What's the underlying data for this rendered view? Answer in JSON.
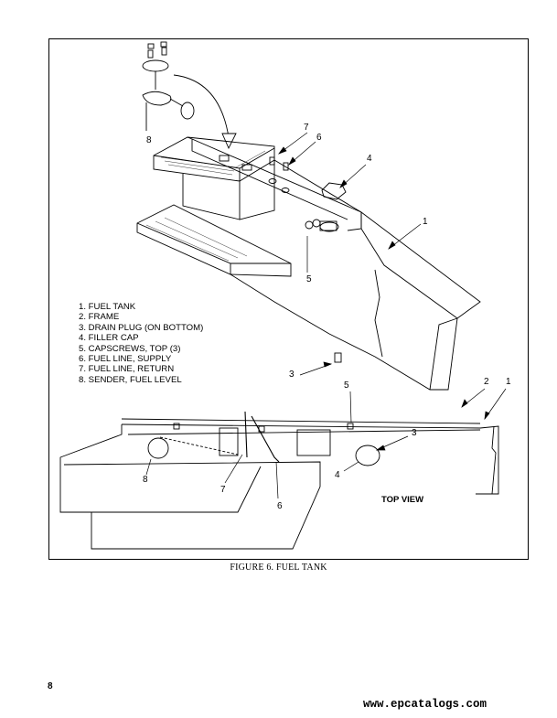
{
  "legend": {
    "items": [
      "1.  FUEL TANK",
      "2.  FRAME",
      "3.  DRAIN PLUG (ON BOTTOM)",
      "4.  FILLER CAP",
      "5.  CAPSCREWS, TOP (3)",
      "6.  FUEL LINE, SUPPLY",
      "7.  FUEL LINE, RETURN",
      "8.  SENDER, FUEL LEVEL"
    ]
  },
  "callouts": {
    "upper": [
      "8",
      "7",
      "6",
      "4",
      "1",
      "5",
      "3"
    ],
    "lower": [
      "2",
      "1",
      "5",
      "3",
      "4",
      "8",
      "7",
      "6"
    ]
  },
  "top_view_label": "TOP VIEW",
  "caption": "FIGURE 6. FUEL TANK",
  "page_number": "8",
  "watermark": "www.epcatalogs.com"
}
